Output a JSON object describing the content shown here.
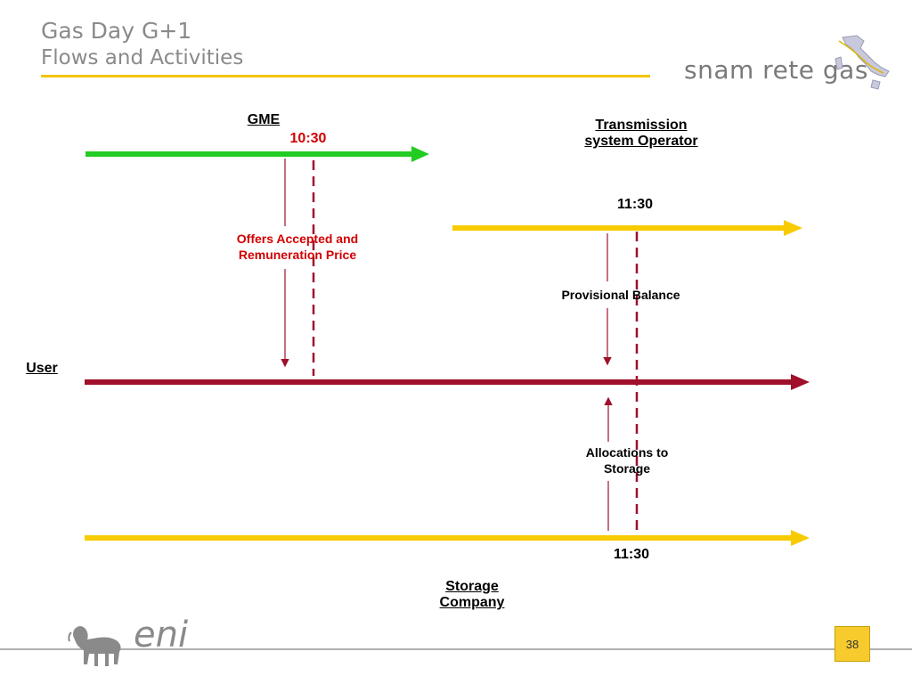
{
  "header": {
    "title": "Gas Day G+1",
    "subtitle": "Flows and Activities",
    "logo_text": "snam rete gas"
  },
  "diagram": {
    "gme_label": "GME",
    "gme_time": "10:30",
    "tso_label_line1": "Transmission",
    "tso_label_line2": "system Operator",
    "tso_time": "11:30",
    "user_label": "User",
    "storage_time": "11:30",
    "storage_label_line1": "Storage",
    "storage_label_line2": "Company",
    "offers_line1": "Offers Accepted and",
    "offers_line2": "Remuneration Price",
    "provisional": "Provisional Balance",
    "alloc_line1": "Allocations to",
    "alloc_line2": "Storage",
    "colors": {
      "gme_line": "#22cc22",
      "tso_line": "#f7cb00",
      "user_line": "#a0102a",
      "storage_line": "#f7cb00",
      "marker": "#a0102a",
      "accent_red": "#d40000"
    }
  },
  "footer": {
    "logo_text": "eni",
    "page_number": "38"
  }
}
